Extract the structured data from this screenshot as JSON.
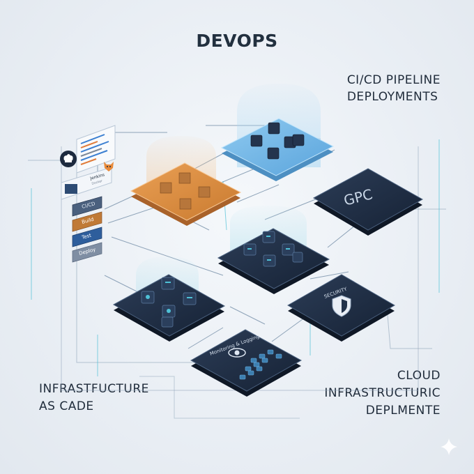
{
  "title": "DEVOPS",
  "top_right_label": [
    "CI/CD PIPELINE",
    "DEPLOYMENTS"
  ],
  "bottom_left_label": [
    "INFRASTFUCTURE",
    "AS CADE"
  ],
  "bottom_right_label": [
    "CLOUD",
    "INFRASTRUCTURIC",
    "DEPLMENTE"
  ],
  "pipeline_stages": [
    "CI/CD",
    "Build",
    "Test",
    "Deploy"
  ],
  "profile_card": {
    "name": "Jenkins",
    "sub": "Docker"
  },
  "platforms": {
    "gcp": {
      "label": "GPC"
    },
    "security": {
      "label": "SECURITY"
    },
    "monitoring": {
      "label": "Monitoring & Logging"
    }
  },
  "colors": {
    "dark_platform": "#1f2d44",
    "orange_platform": "#d98a3f",
    "blue_platform": "#6fb4e6",
    "accent_cyan": "#4fc1d6",
    "text": "#1f2b3a"
  },
  "icons": [
    "chef-hat-icon",
    "fox-icon",
    "shield-icon",
    "eye-icon",
    "sparkle-icon"
  ]
}
